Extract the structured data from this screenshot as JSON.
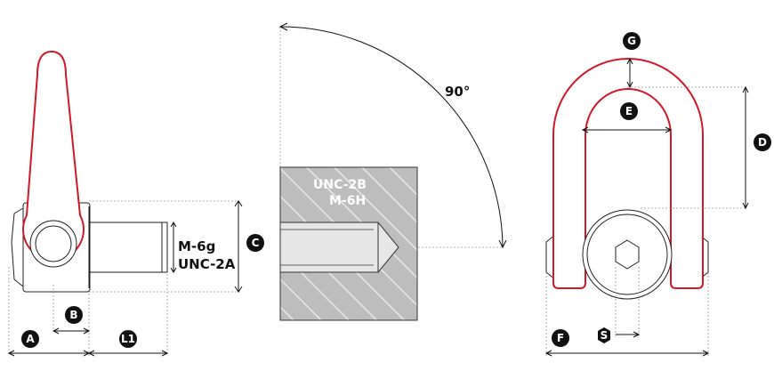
{
  "labels": {
    "thread_external_1": "M-6g",
    "thread_external_2": "UNC-2A",
    "thread_internal_1": "UNC-2B",
    "thread_internal_2": "M-6H",
    "angle": "90°"
  },
  "badges": {
    "a": "A",
    "b": "B",
    "c": "C",
    "d": "D",
    "e": "E",
    "f": "F",
    "g": "G",
    "l1": "L1",
    "s": "S"
  },
  "colors": {
    "ring": "#d0192b",
    "line": "#111111",
    "block": "#bdbdbd"
  }
}
